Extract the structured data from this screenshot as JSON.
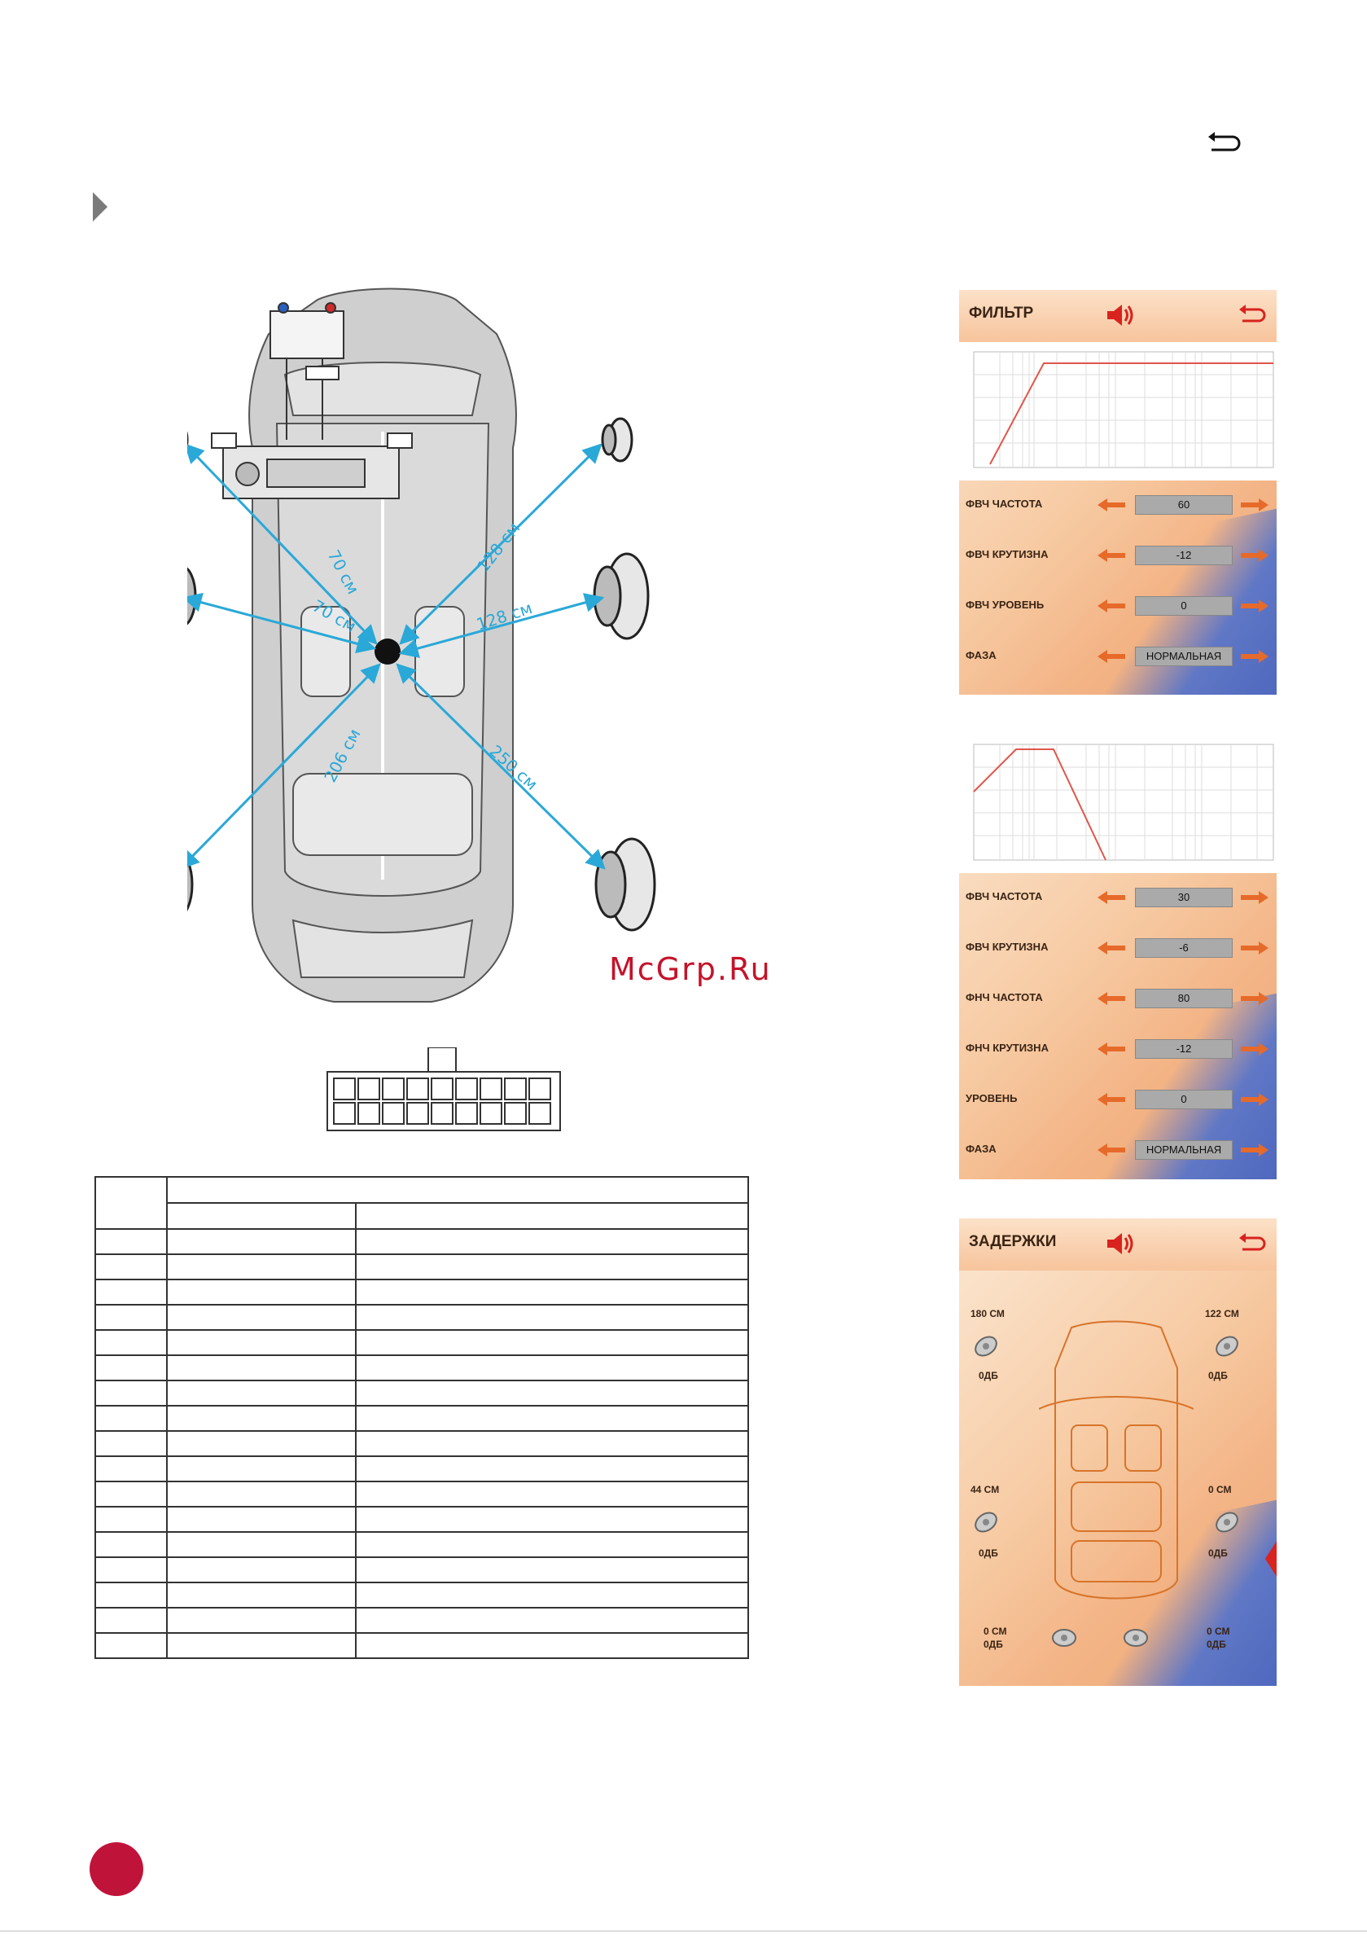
{
  "watermark": "McGrp.Ru",
  "diagram": {
    "distance_labels": [
      "70 см",
      "70 см",
      "128 см",
      "128 см",
      "206 см",
      "250 см"
    ]
  },
  "filter_screen_1": {
    "title": "ФИЛЬТР",
    "rows": [
      {
        "label": "ФВЧ ЧАСТОТА",
        "value": "60"
      },
      {
        "label": "ФВЧ КРУТИЗНА",
        "value": "-12"
      },
      {
        "label": "ФВЧ УРОВЕНЬ",
        "value": "0"
      },
      {
        "label": "ФАЗА",
        "value": "НОРМАЛЬНАЯ"
      }
    ]
  },
  "filter_screen_2": {
    "rows": [
      {
        "label": "ФВЧ ЧАСТОТА",
        "value": "30"
      },
      {
        "label": "ФВЧ КРУТИЗНА",
        "value": "-6"
      },
      {
        "label": "ФНЧ ЧАСТОТА",
        "value": "80"
      },
      {
        "label": "ФНЧ КРУТИЗНА",
        "value": "-12"
      },
      {
        "label": "УРОВЕНЬ",
        "value": "0"
      },
      {
        "label": "ФАЗА",
        "value": "НОРМАЛЬНАЯ"
      }
    ]
  },
  "delay_screen": {
    "title": "ЗАДЕРЖКИ",
    "channels": [
      {
        "distance": "180 СМ",
        "level": "0ДБ"
      },
      {
        "distance": "122 СМ",
        "level": "0ДБ"
      },
      {
        "distance": "44 СМ",
        "level": "0ДБ"
      },
      {
        "distance": "0 СМ",
        "level": "0ДБ"
      },
      {
        "distance": "0 СМ",
        "level": "0ДБ"
      },
      {
        "distance": "0 СМ",
        "level": "0ДБ"
      }
    ]
  },
  "colors": {
    "accent_red": "#c0133a",
    "diagram_blue": "#2aa8d8",
    "screen_orange": "#f3b486"
  }
}
